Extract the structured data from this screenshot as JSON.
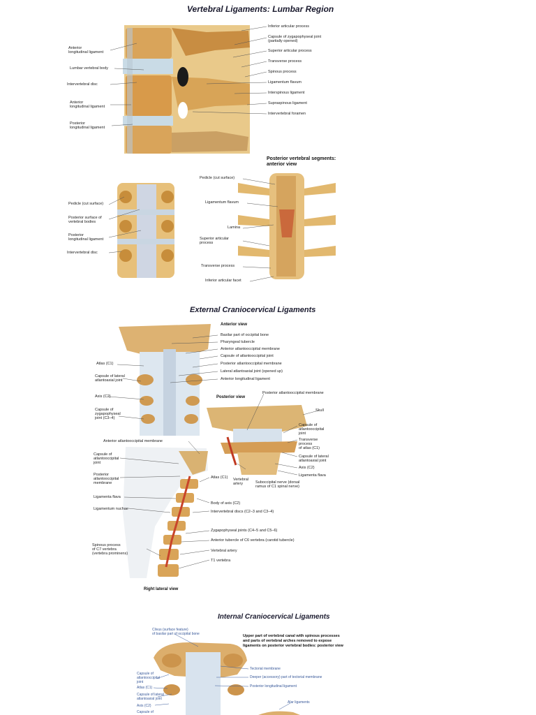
{
  "plates": {
    "lumbar": {
      "title": "Vertebral Ligaments: Lumbar Region",
      "left_labels": [
        "Anterior\nlongitudinal ligament",
        "Lumbar vertebral body",
        "Intervertebral disc",
        "Anterior\nlongitudinal ligament",
        "Posterior\nlongitudinal ligament"
      ],
      "right_labels": [
        "Inferior articular process",
        "Capsule of zygapophyseal joint\n(partially opened)",
        "Superior articular process",
        "Transverse process",
        "Spinous process",
        "Ligamentum flavum",
        "Interspinous ligament",
        "Supraspinous ligament",
        "Intervertebral foramen"
      ],
      "subtitle_posterior": "Posterior vertebral segments:\nanterior view",
      "lower_left_labels": [
        "Pedicle (cut surface)",
        "Posterior surface of\nvertebral bodies",
        "Posterior\nlongitudinal ligament",
        "Intervertebral disc"
      ],
      "lower_right_labels": [
        "Pedicle (cut surface)",
        "Ligamentum flavum",
        "Lamina",
        "Superior articular\nprocess",
        "Transverse process",
        "Inferior articular facet"
      ]
    },
    "external": {
      "title": "External Craniocervical Ligaments",
      "anterior_view": "Anterior view",
      "anterior_labels": [
        "Basilar part of occipital bone",
        "Pharyngeal tubercle",
        "Anterior atlantooccipital membrane",
        "Capsule of atlantooccipital joint",
        "Posterior atlantooccipital membrane",
        "Lateral atlantoaxial joint (opened up)",
        "Anterior longitudinal ligament"
      ],
      "anterior_left_labels": [
        "Atlas (C1)",
        "Capsule of lateral\natlantoaxial joint",
        "Axis (C2)",
        "Capsule of\nzygapophyseal\njoint (C3–4)"
      ],
      "posterior_view": "Posterior view",
      "posterior_labels": [
        "Posterior atlantooccipital membrane",
        "Skull",
        "Capsule of\natlantooccipital\njoint",
        "Transverse\nprocess\nof atlas (C1)",
        "Capsule of lateral\natlantoaxial joint",
        "Axis (C2)",
        "Ligamenta flava",
        "Vertebral\nartery",
        "Suboccipital nerve (dorsal\nramus of C1 spinal nerve)"
      ],
      "lateral_labels_left": [
        "Anterior atlantooccipital membrane",
        "Capsule of\natlantooccipital\njoint",
        "Posterior\natlantooccipital\nmembrane",
        "Ligamenta flava",
        "Ligamentum nuchae",
        "Spinous process\nof C7 vertebra\n(vertebra prominens)"
      ],
      "lateral_labels_right": [
        "Atlas (C1)",
        "Body of axis (C2)",
        "Intervertebral discs (C2–3 and C3–4)",
        "Zygapophyseal joints (C4–5 and C5–6)",
        "Anterior tubercle of C6 vertebra (carotid tubercle)",
        "Vertebral artery",
        "T1 vertebra"
      ],
      "lateral_view": "Right lateral view"
    },
    "internal": {
      "title": "Internal Craniocervical Ligaments",
      "top_label": "Clivus (surface feature)\nof basilar part of occipital bone",
      "description": "Upper part of vertebral canal with spinous processes\nand parts of vertebral arches removed to expose\nligaments on posterior vertebral bodies: posterior view",
      "labels_right": [
        "Tectorial membrane",
        "Deeper (accessory) part of tectorial membrane",
        "Posterior longitudinal ligament"
      ],
      "labels_left": [
        "Capsule of\natlantooccipital\njoint",
        "Atlas (C1)",
        "Capsule of lateral\natlantoaxial joint",
        "Axis (C2)",
        "Capsule of"
      ],
      "alar": "Alar ligaments"
    }
  }
}
